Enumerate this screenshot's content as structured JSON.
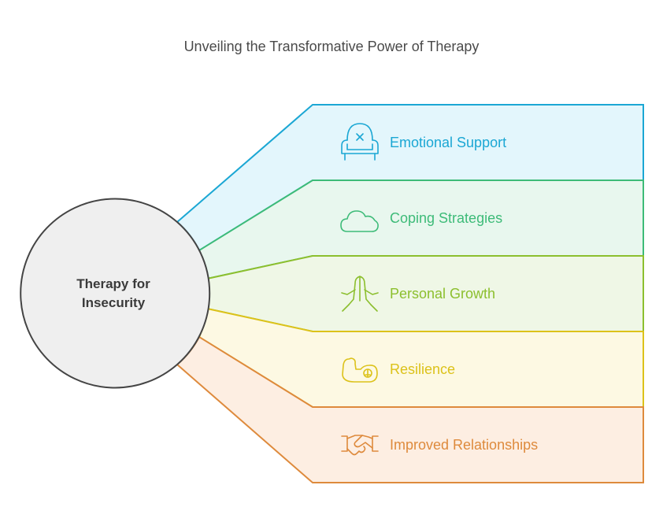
{
  "title": "Unveiling the Transformative Power of Therapy",
  "hub": {
    "label_line1": "Therapy for",
    "label_line2": "Insecurity"
  },
  "branches": [
    {
      "label": "Emotional Support",
      "icon": "armchair-icon",
      "color": "#1ba7d4",
      "fill": "#e3f6fc"
    },
    {
      "label": "Coping Strategies",
      "icon": "cloud-icon",
      "color": "#3dbb78",
      "fill": "#e8f7ee"
    },
    {
      "label": "Personal Growth",
      "icon": "praying-hands-icon",
      "color": "#8cbf2e",
      "fill": "#eff7e6"
    },
    {
      "label": "Resilience",
      "icon": "flexed-arm-icon",
      "color": "#dcc21a",
      "fill": "#fdf9e3"
    },
    {
      "label": "Improved Relationships",
      "icon": "handshake-icon",
      "color": "#de8a3c",
      "fill": "#fdeee2"
    }
  ]
}
